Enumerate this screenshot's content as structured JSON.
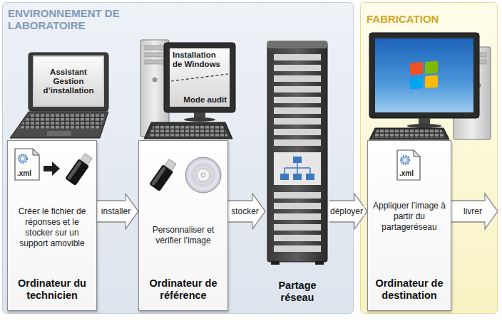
{
  "diagram": {
    "nodes": [
      {
        "text": [
          "ENVIRONNEMENT DE LABORATOIRE"
        ]
      },
      {
        "text": [
          "Assistant Gestion d’installation"
        ],
        "in": 0
      },
      {
        "text": [
          "Créer le fichier de réponses et le stocker sur un support amovible",
          "Ordinateur du technicien"
        ],
        "in": 0
      },
      {
        "text": [
          ".xml"
        ],
        "in": 2
      },
      {
        "text": [
          "Installation de Windows",
          "Mode audit"
        ],
        "in": 0
      },
      {
        "text": [
          "Personnaliser et vérifier l’image",
          "Ordinateur de référence"
        ],
        "in": 0
      },
      {
        "text": [
          "Partage réseau"
        ],
        "in": 0
      },
      {
        "text": [
          "FABRICATION"
        ]
      },
      {
        "text": [
          "Appliquer l’image à partir du partageréseau",
          "Ordinateur de destination"
        ],
        "in": 7
      },
      {
        "text": [
          ".xml"
        ],
        "in": 8
      }
    ],
    "edges": [
      {
        "from": 2,
        "to": 5,
        "label": "installer",
        "arrow": "to"
      },
      {
        "from": 5,
        "to": 6,
        "label": "stocker",
        "arrow": "to"
      },
      {
        "from": 6,
        "to": 8,
        "label": "déployer",
        "arrow": "to"
      }
    ],
    "labels": [
      "livrer"
    ]
  }
}
